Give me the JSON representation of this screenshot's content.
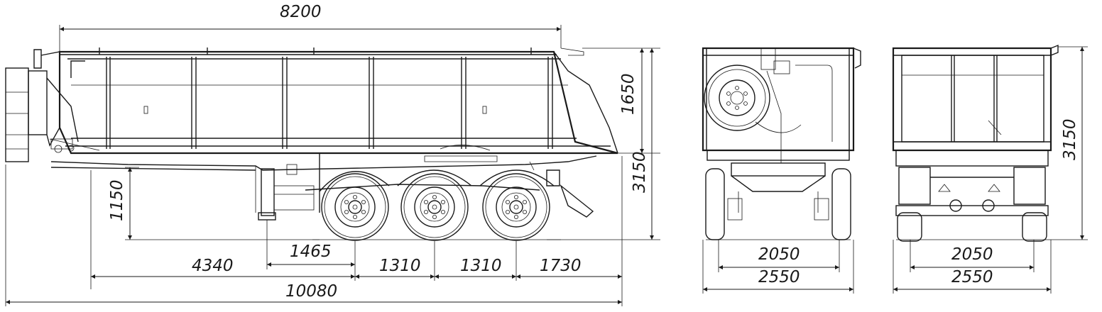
{
  "dimensions": {
    "body_length": "8200",
    "body_height": "1650",
    "total_height_side": "3150",
    "platform_height": "1150",
    "kingpin_to_axle": "4340",
    "support_to_axle": "1465",
    "axle_spacing_1": "1310",
    "axle_spacing_2": "1310",
    "rear_overhang": "1730",
    "total_length": "10080",
    "front_track": "2050",
    "front_width": "2550",
    "rear_track": "2050",
    "rear_width": "2550",
    "total_height_rear": "3150"
  },
  "colors": {
    "line": "#1a1a1a",
    "background": "#ffffff"
  }
}
